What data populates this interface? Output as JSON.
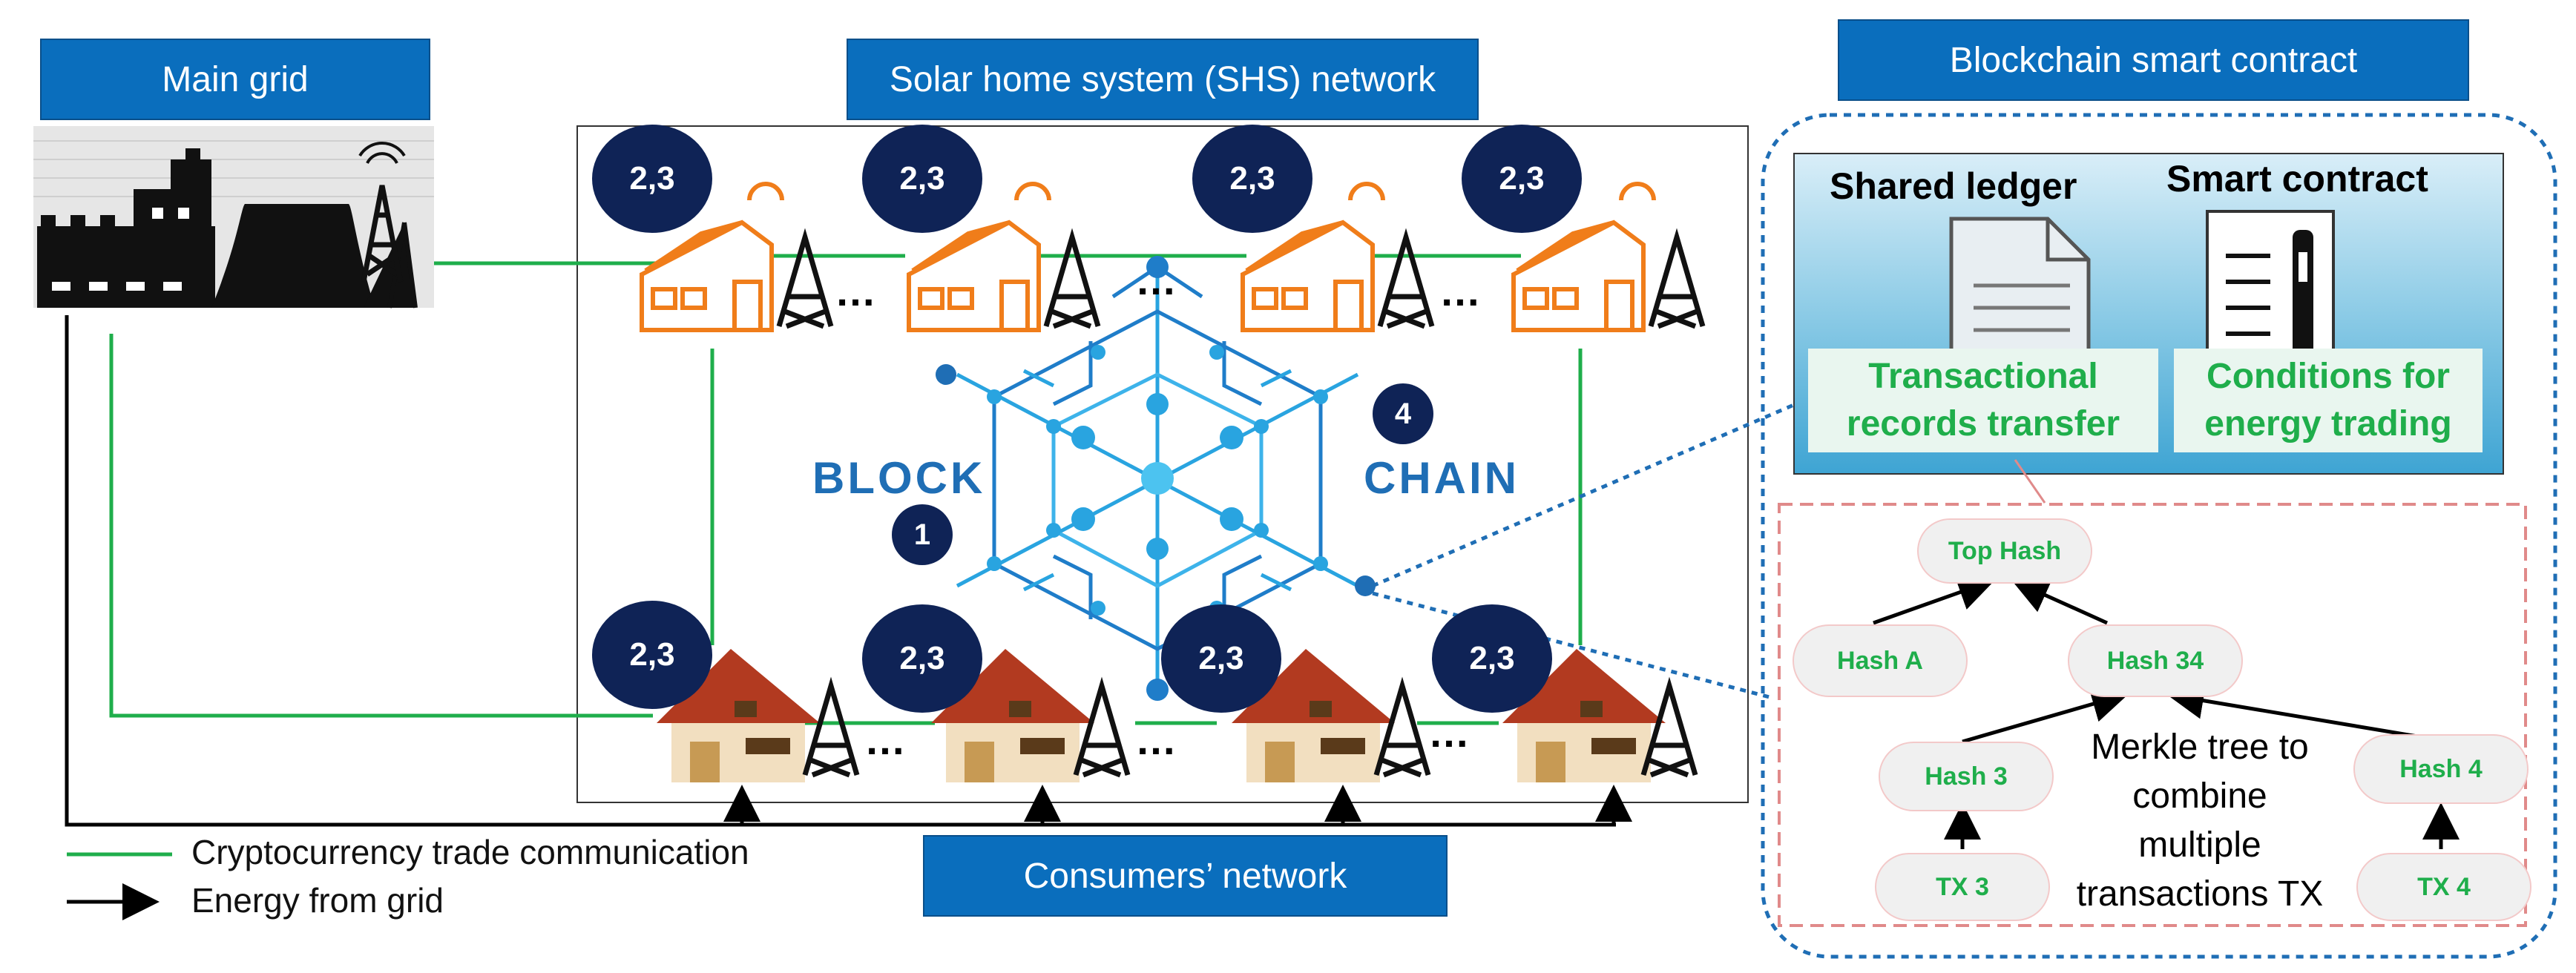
{
  "headers": {
    "main_grid": "Main grid",
    "shs_network": "Solar home system (SHS) network",
    "smart_contract": "Blockchain smart contract",
    "consumers_network": "Consumers’ network"
  },
  "badges": {
    "step_23": "2,3",
    "step_1": "1",
    "step_4": "4"
  },
  "blockchain": {
    "left": "BLOCK",
    "right": "CHAIN"
  },
  "ellipsis": "…",
  "ledger": {
    "shared_ledger": "Shared ledger",
    "smart_contract": "Smart contract",
    "transactional_line1": "Transactional",
    "transactional_line2": "records transfer",
    "conditions_line1": "Conditions for",
    "conditions_line2": "energy trading"
  },
  "merkle": {
    "top_hash": "Top Hash",
    "hash_a": "Hash A",
    "hash_34": "Hash 34",
    "hash_3": "Hash 3",
    "hash_4": "Hash 4",
    "tx_3": "TX 3",
    "tx_4": "TX 4",
    "caption": [
      "Merkle tree to",
      "combine",
      "multiple",
      "transactions TX"
    ]
  },
  "legend": {
    "crypto": "Cryptocurrency trade communication",
    "energy": "Energy from grid"
  },
  "colors": {
    "header_blue": "#0a6ebd",
    "badge_navy": "#0f2356",
    "trade_green": "#1fae4b",
    "chain_blue": "#1f7dc9",
    "solar_orange": "#f07d1a",
    "roof_red": "#b23a20",
    "dashed_blue": "#1f6eb5",
    "dashed_pink": "#e08a8a"
  }
}
